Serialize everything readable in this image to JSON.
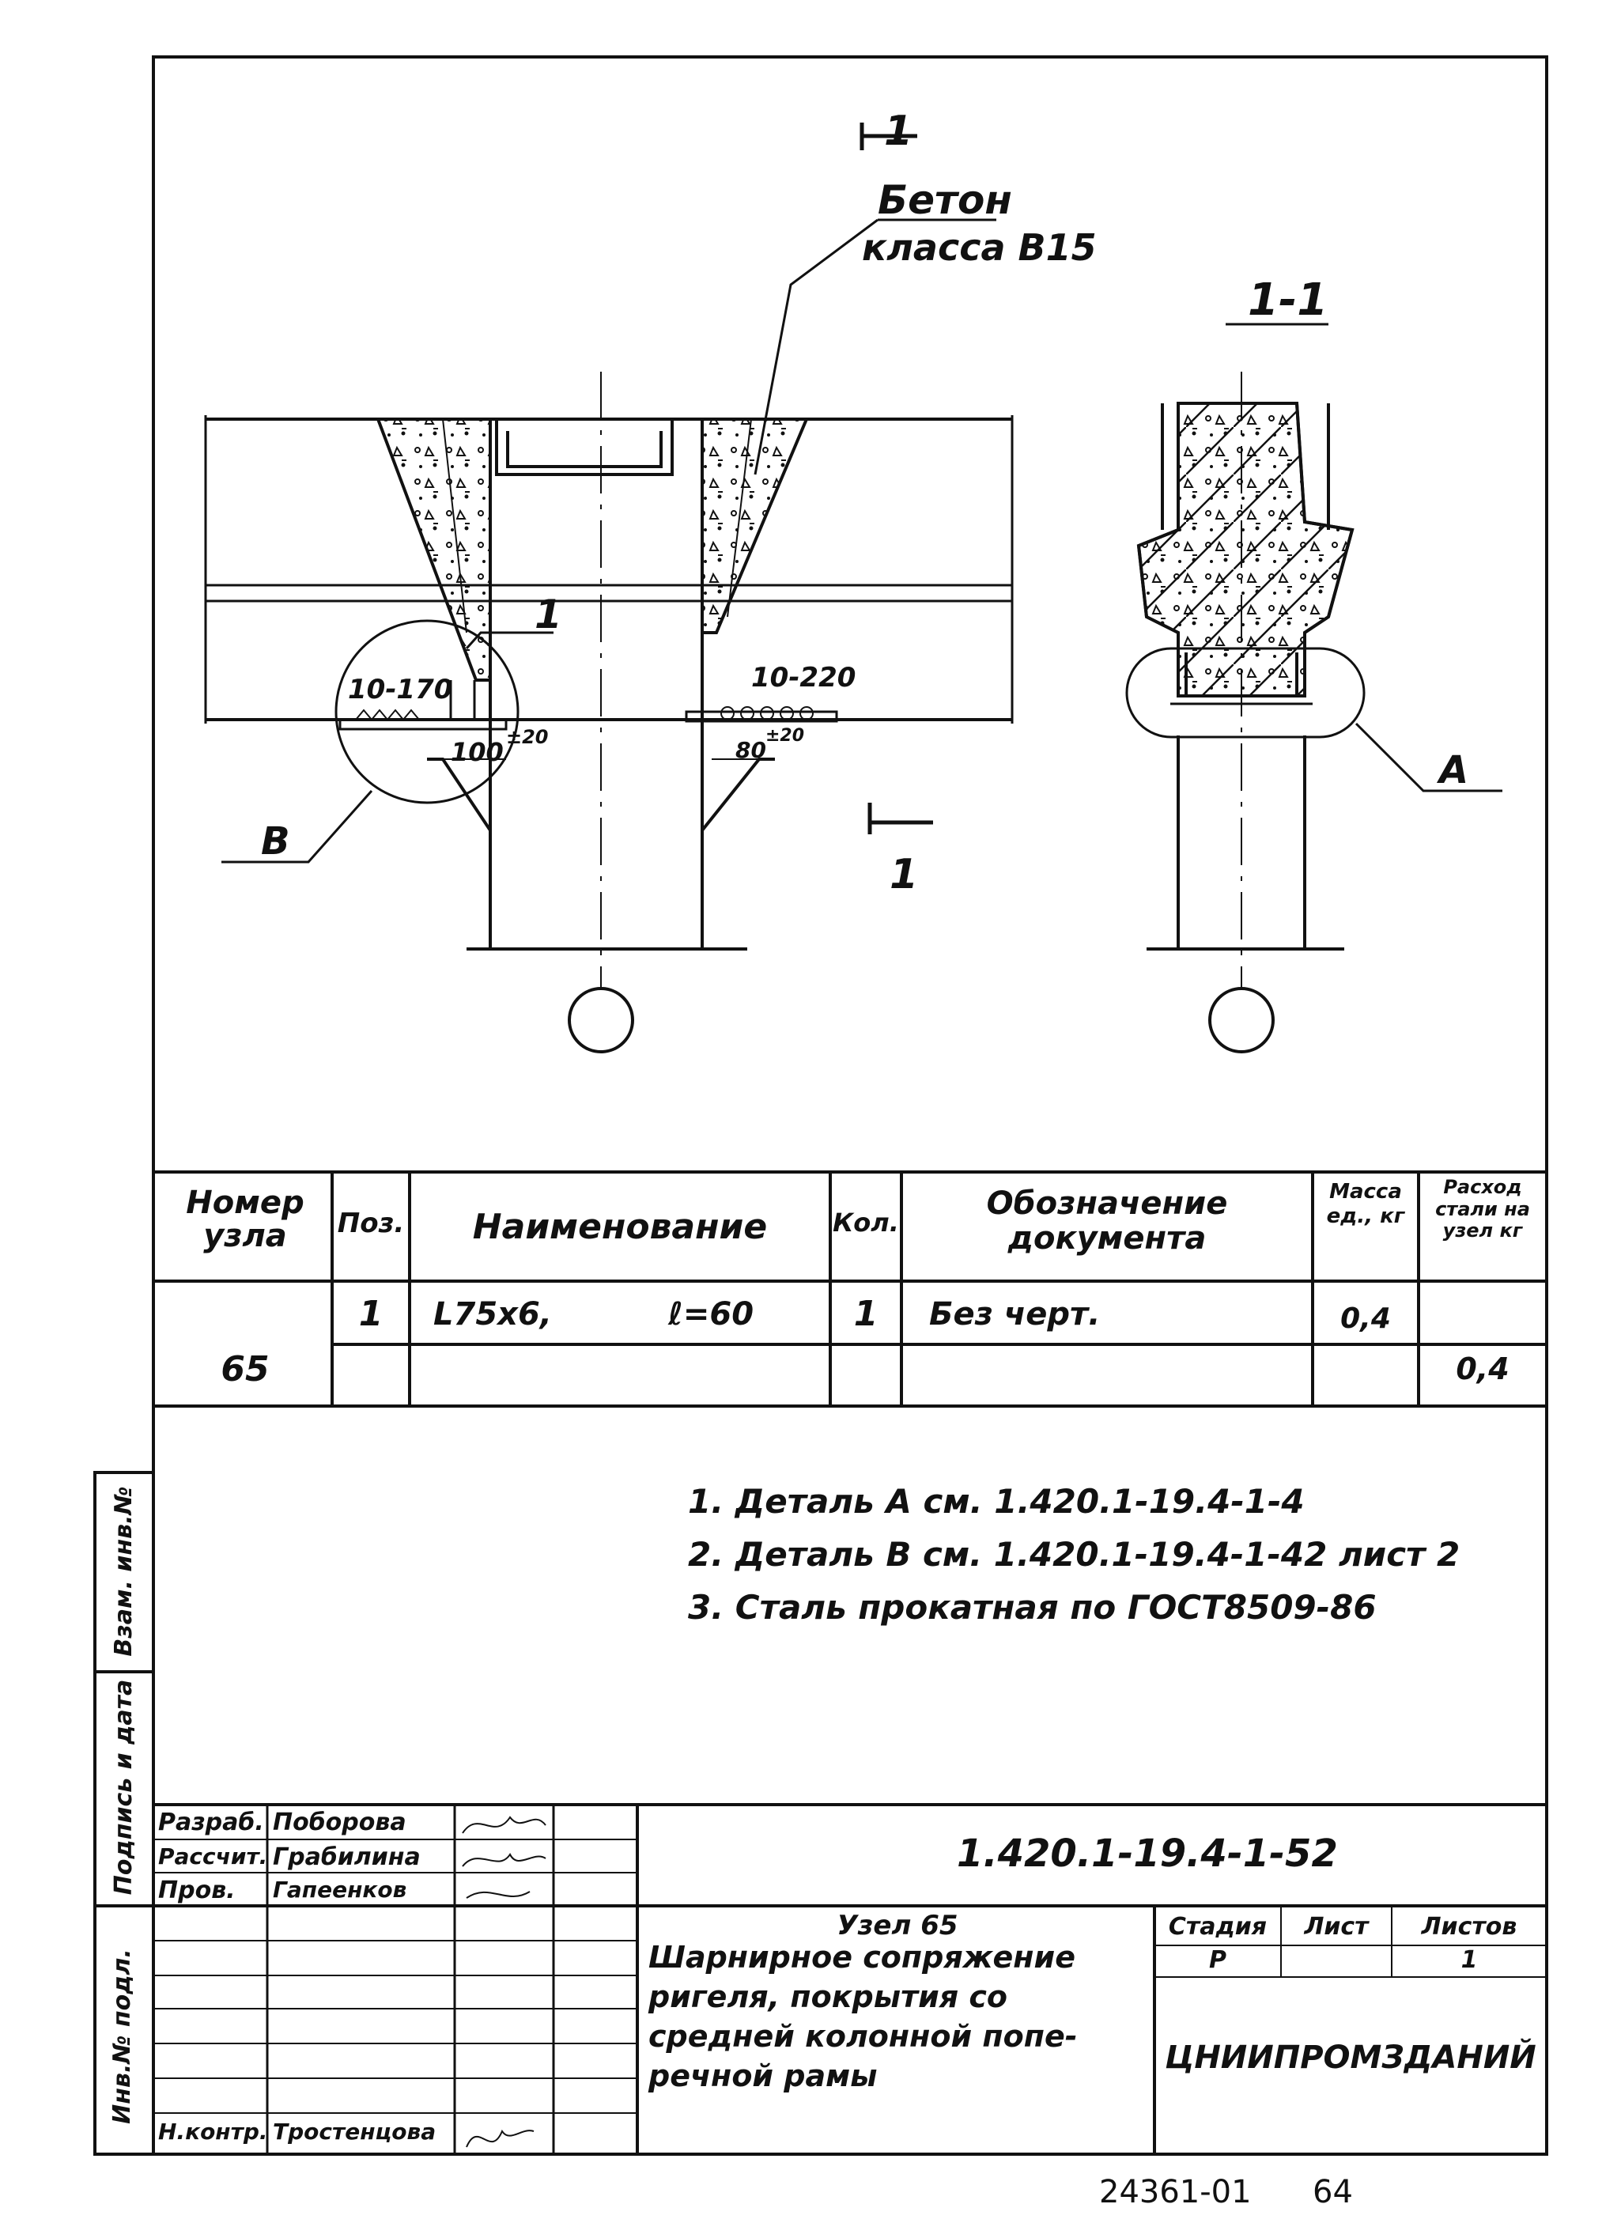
{
  "drawing": {
    "concrete_label_1": "Бетон",
    "concrete_label_2": "класса В15",
    "section_top": "1",
    "section_bottom": "1",
    "section_view_title": "1-1",
    "left_anchor_dim": "10-170",
    "right_anchor_dim": "10-220",
    "left_gap": "100",
    "left_tol": "±20",
    "right_gap": "80",
    "right_tol": "±20",
    "pos_marker": "1",
    "callout_b": "В",
    "callout_a": "А"
  },
  "spec_table": {
    "headers": [
      "Номер узла",
      "Поз.",
      "Наименование",
      "Кол.",
      "Обозначение документа",
      "Масса ед., кг",
      "Расход стали на узел кг"
    ],
    "node": "65",
    "rows": [
      {
        "pos": "1",
        "name": "L75x6,",
        "length": "ℓ=60",
        "qty": "1",
        "doc": "Без черт.",
        "mass": "0,4"
      }
    ],
    "total": "0,4"
  },
  "notes": [
    "1.  Деталь А см. 1.420.1-19.4-1-4",
    "2.  Деталь В см. 1.420.1-19.4-1-42 лист 2",
    "3.    Сталь прокатная по ГОСТ8509-86"
  ],
  "side_stamp": [
    "Инв.№ подл.",
    "Подпись и дата",
    "Взам. инв.№"
  ],
  "title_block": {
    "code": "1.420.1-19.4-1-52",
    "roles": [
      {
        "role": "Разраб.",
        "name": "Поборова"
      },
      {
        "role": "Рассчит.",
        "name": "Грабилина"
      },
      {
        "role": "Пров.",
        "name": "Гапеенков"
      },
      {
        "role": "Н.контр.",
        "name": "Тростенцова"
      }
    ],
    "title_lines": [
      "Узел 65",
      "Шарнирное сопряжение",
      "ригеля, покрытия со",
      "средней колонной попе-",
      "речной рамы"
    ],
    "stage_label": "Стадия",
    "sheet_label": "Лист",
    "sheets_label": "Листов",
    "stage": "Р",
    "sheets": "1",
    "org": "ЦНИИПРОМЗДАНИЙ"
  },
  "footer": {
    "archive": "24361-01",
    "page": "64"
  }
}
